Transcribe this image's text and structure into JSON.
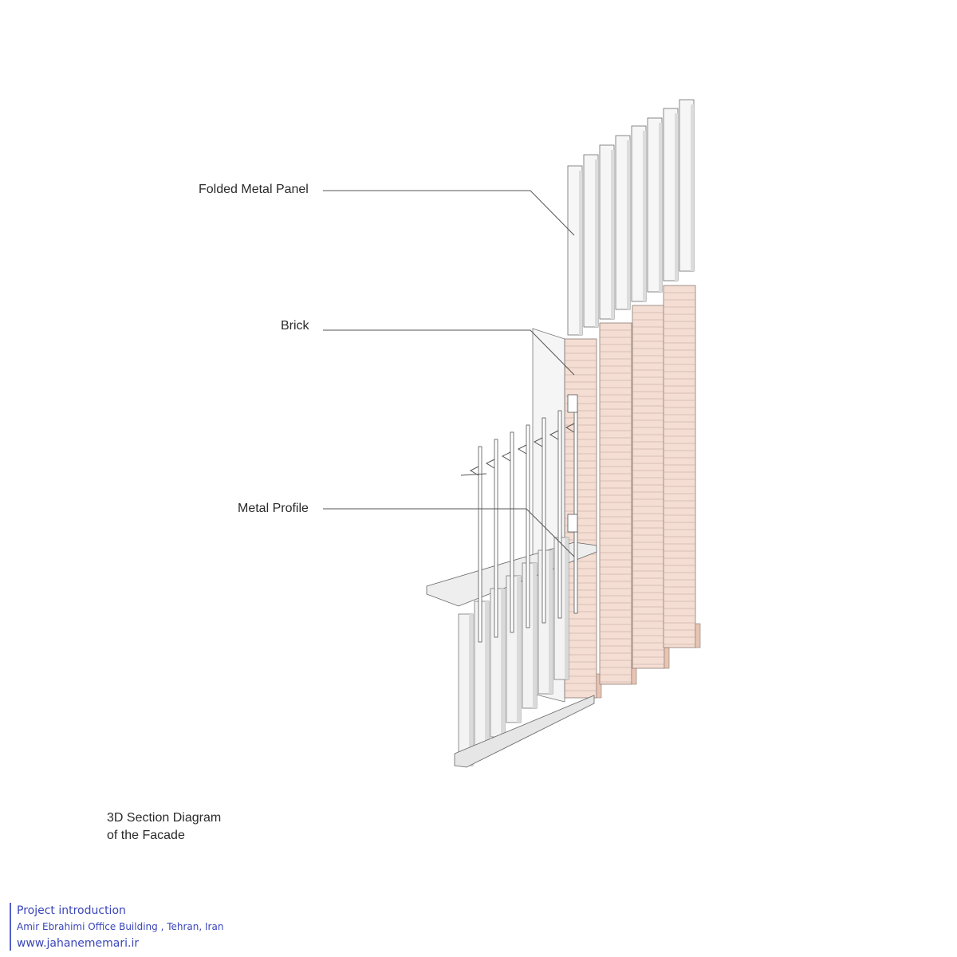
{
  "labels": {
    "folded_metal_panel": "Folded Metal Panel",
    "brick": "Brick",
    "metal_profile": "Metal Profile"
  },
  "caption": {
    "line1": "3D Section Diagram",
    "line2": "of the Facade"
  },
  "footer": {
    "title": "Project introduction",
    "project": "Amir Ebrahimi Office Building , Tehran, Iran",
    "website": "www.jahanememari.ir"
  },
  "colors": {
    "brick": "#f4ddd2",
    "brick_dark": "#e9c4b3",
    "panel": "#f6f6f6",
    "line": "#555555",
    "footer_accent": "#3a46b8"
  }
}
